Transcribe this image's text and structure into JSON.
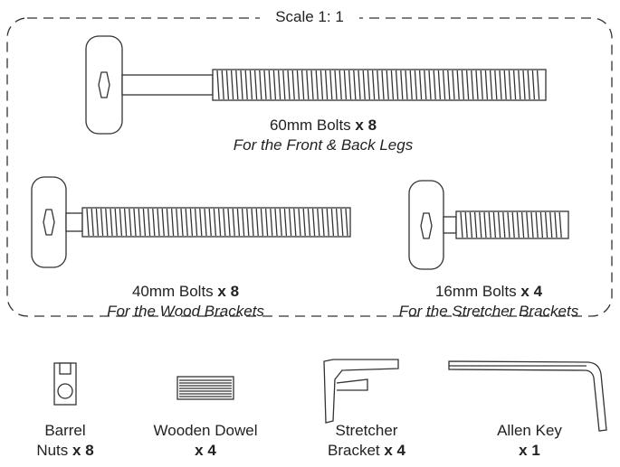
{
  "scale_label": "Scale 1: 1",
  "bolts": [
    {
      "size": "60mm Bolts",
      "qty": "x 8",
      "use": "For the Front & Back Legs"
    },
    {
      "size": "40mm Bolts",
      "qty": "x 8",
      "use": "For the Wood Brackets"
    },
    {
      "size": "16mm Bolts",
      "qty": "x 4",
      "use": "For the Stretcher Brackets"
    }
  ],
  "parts": [
    {
      "line1": "Barrel",
      "line2": "Nuts",
      "qty": "x 8"
    },
    {
      "line1": "Wooden Dowel",
      "line2": "",
      "qty": "x 4"
    },
    {
      "line1": "Stretcher",
      "line2": "Bracket",
      "qty": "x 4"
    },
    {
      "line1": "Allen Key",
      "line2": "",
      "qty": "x 1"
    }
  ]
}
